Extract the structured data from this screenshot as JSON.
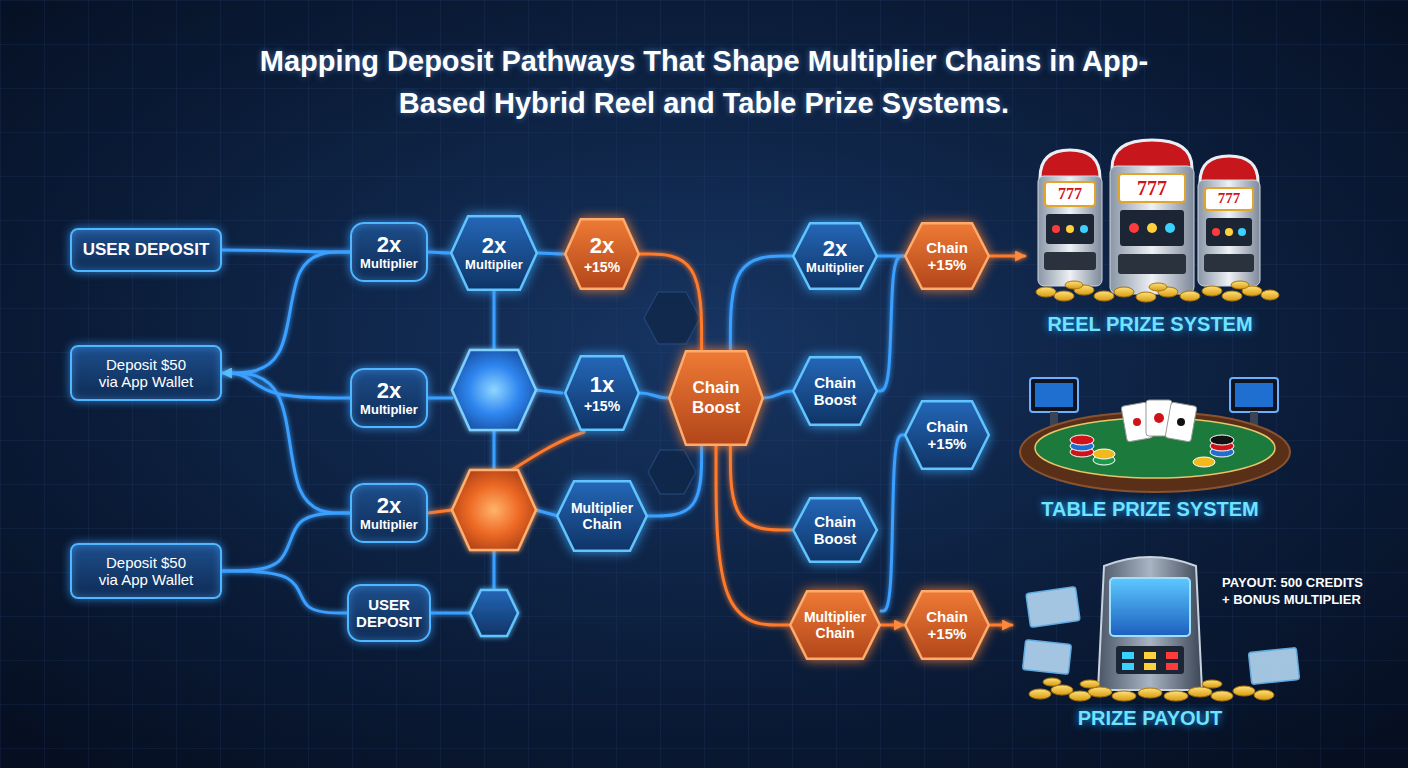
{
  "diagram": {
    "title": "Mapping Deposit Pathways That Shape Multiplier Chains in App-Based Hybrid Reel and Table Prize Systems.",
    "nodes": [
      {
        "text": [
          "USER DEPOSIT"
        ]
      },
      {
        "text": [
          "Deposit $50 via App Wallet"
        ]
      },
      {
        "text": [
          "Deposit $50 via App Wallet"
        ]
      },
      {
        "text": [
          "2x",
          "Multiplier"
        ]
      },
      {
        "text": [
          "2x",
          "Multiplier"
        ]
      },
      {
        "text": [
          "2x",
          "Multiplier"
        ]
      },
      {
        "text": [
          "USER DEPOSIT"
        ]
      },
      {
        "text": [
          "2x",
          "Multiplier"
        ]
      },
      {
        "text": [
          "2x",
          "+15%"
        ]
      },
      {
        "text": [
          "1x",
          "+15%"
        ]
      },
      {
        "text": [
          "Multiplier Chain"
        ]
      },
      {
        "text": [
          "Chain Boost"
        ]
      },
      {
        "text": [
          "2x",
          "Multiplier"
        ]
      },
      {
        "text": [
          "Chain Boost"
        ]
      },
      {
        "text": [
          "Chain Boost"
        ]
      },
      {
        "text": [
          "Multiplier Chain"
        ]
      },
      {
        "text": [
          "Chain +15%"
        ]
      },
      {
        "text": [
          "Chain +15%"
        ]
      },
      {
        "text": [
          "Chain +15%"
        ]
      },
      {
        "text": [
          "REEL PRIZE SYSTEM"
        ]
      },
      {
        "text": [
          "TABLE PRIZE SYSTEM"
        ]
      },
      {
        "text": [
          "PRIZE PAYOUT",
          "PAYOUT: 500 CREDITS + BONUS MULTIPLIER"
        ]
      }
    ],
    "edges": [
      {
        "from": 0,
        "to": 3,
        "arrow": "none"
      },
      {
        "from": 1,
        "to": 3,
        "arrow": "none"
      },
      {
        "from": 1,
        "to": 5,
        "arrow": "none"
      },
      {
        "from": 2,
        "to": 5,
        "arrow": "none"
      },
      {
        "from": 2,
        "to": 6,
        "arrow": "none"
      },
      {
        "from": 4,
        "to": 1,
        "arrow": "to"
      },
      {
        "from": 3,
        "to": 7,
        "arrow": "none"
      },
      {
        "from": 7,
        "to": 8,
        "arrow": "none"
      },
      {
        "from": 8,
        "to": 11,
        "arrow": "none"
      },
      {
        "from": 9,
        "to": 11,
        "arrow": "none"
      },
      {
        "from": 10,
        "to": 11,
        "arrow": "none"
      },
      {
        "from": 11,
        "to": 12,
        "arrow": "none"
      },
      {
        "from": 11,
        "to": 13,
        "arrow": "none"
      },
      {
        "from": 11,
        "to": 14,
        "arrow": "none"
      },
      {
        "from": 11,
        "to": 15,
        "arrow": "none"
      },
      {
        "from": 12,
        "to": 16,
        "arrow": "none"
      },
      {
        "from": 13,
        "to": 16,
        "arrow": "none"
      },
      {
        "from": 16,
        "to": 19,
        "arrow": "to"
      },
      {
        "from": 15,
        "to": 18,
        "arrow": "to"
      },
      {
        "from": 15,
        "to": 17,
        "arrow": "none"
      },
      {
        "from": 18,
        "to": 21,
        "arrow": "to"
      }
    ],
    "labels": [
      "777",
      "777",
      "777"
    ]
  }
}
